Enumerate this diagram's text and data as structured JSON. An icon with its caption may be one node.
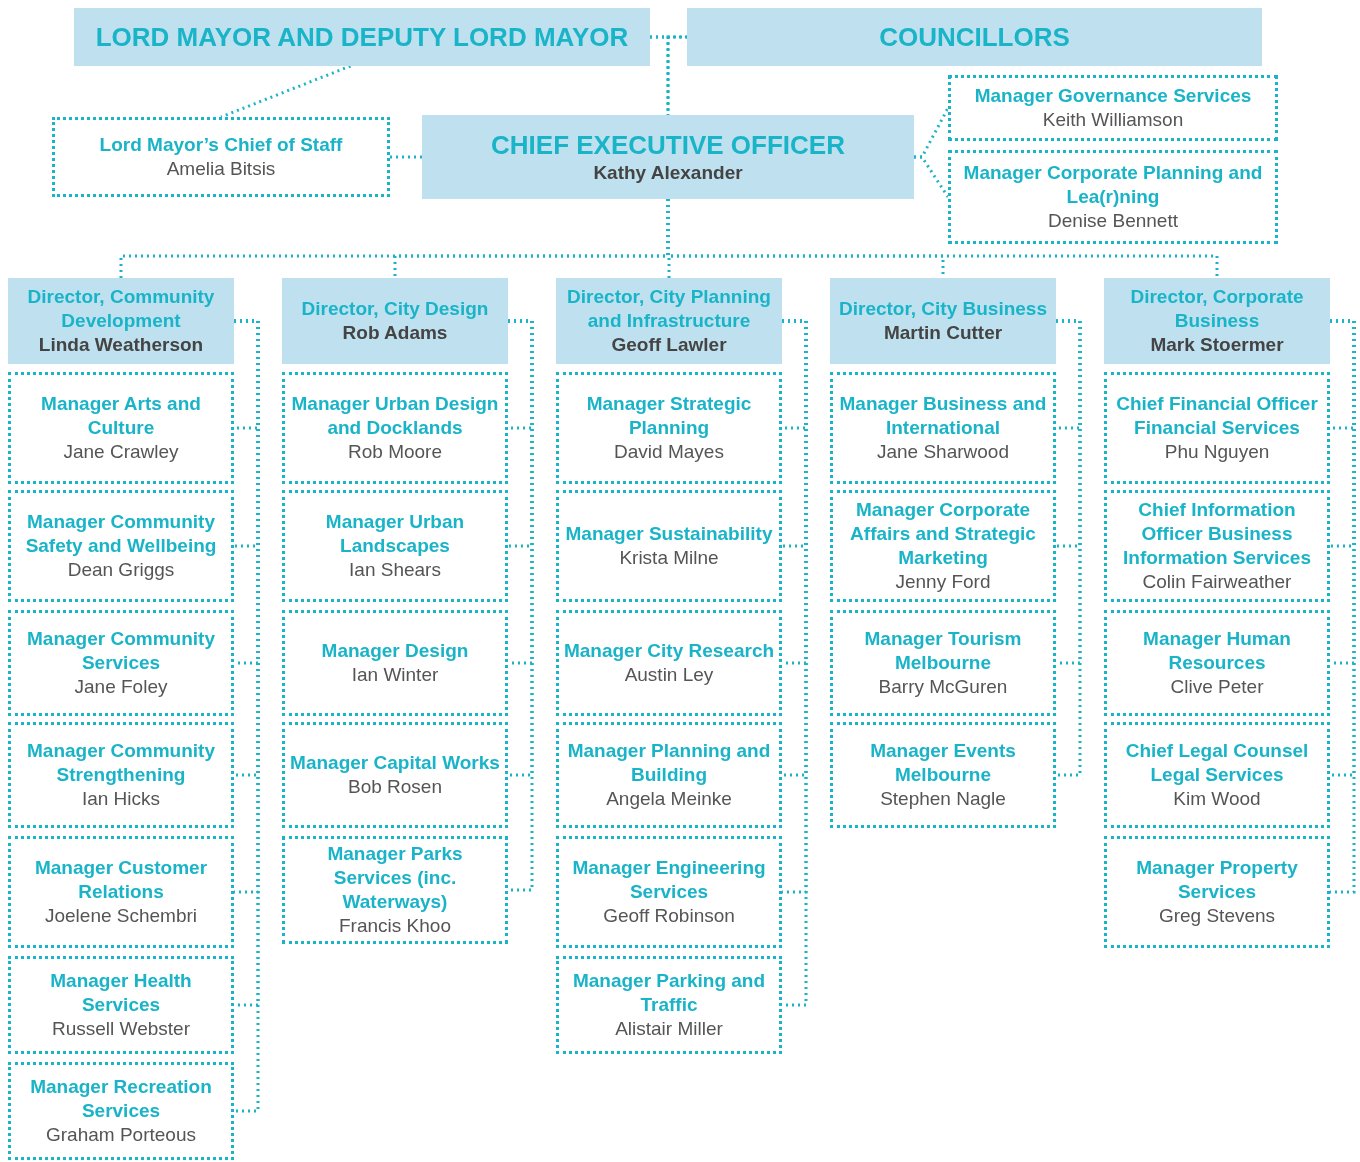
{
  "diagram": {
    "nodes": [
      {
        "text": [
          "LORD MAYOR AND DEPUTY LORD MAYOR"
        ]
      },
      {
        "text": [
          "COUNCILLORS"
        ]
      },
      {
        "text": [
          "Lord Mayor’s Chief of Staff",
          "Amelia Bitsis"
        ]
      },
      {
        "text": [
          "CHIEF EXECUTIVE OFFICER",
          "Kathy Alexander"
        ]
      },
      {
        "text": [
          "Manager Governance Services",
          "Keith Williamson"
        ]
      },
      {
        "text": [
          "Manager Corporate Planning and Lea(r)ning",
          "Denise Bennett"
        ]
      },
      {
        "text": [
          "Director, Community Development",
          "Linda Weatherson"
        ]
      },
      {
        "text": [
          "Director, City Design",
          "Rob Adams"
        ]
      },
      {
        "text": [
          "Director, City Planning and Infrastructure",
          "Geoff Lawler"
        ]
      },
      {
        "text": [
          "Director, City Business",
          "Martin Cutter"
        ]
      },
      {
        "text": [
          "Director, Corporate Business",
          "Mark Stoermer"
        ]
      },
      {
        "text": [
          "Manager Arts and Culture",
          "Jane Crawley"
        ]
      },
      {
        "text": [
          "Manager Community Safety and Wellbeing",
          "Dean Griggs"
        ]
      },
      {
        "text": [
          "Manager Community Services",
          "Jane Foley"
        ]
      },
      {
        "text": [
          "Manager Community Strengthening",
          "Ian Hicks"
        ]
      },
      {
        "text": [
          "Manager Customer Relations",
          "Joelene Schembri"
        ]
      },
      {
        "text": [
          "Manager Health Services",
          "Russell Webster"
        ]
      },
      {
        "text": [
          "Manager Recreation Services",
          "Graham Porteous"
        ]
      },
      {
        "text": [
          "Manager Urban Design and Docklands",
          "Rob Moore"
        ]
      },
      {
        "text": [
          "Manager Urban Landscapes",
          "Ian Shears"
        ]
      },
      {
        "text": [
          "Manager Design",
          "Ian Winter"
        ]
      },
      {
        "text": [
          "Manager Capital Works",
          "Bob Rosen"
        ]
      },
      {
        "text": [
          "Manager Parks Services (inc. Waterways)",
          "Francis Khoo"
        ]
      },
      {
        "text": [
          "Manager Strategic Planning",
          "David Mayes"
        ]
      },
      {
        "text": [
          "Manager Sustainability",
          "Krista Milne"
        ]
      },
      {
        "text": [
          "Manager City Research",
          "Austin Ley"
        ]
      },
      {
        "text": [
          "Manager Planning and Building",
          "Angela Meinke"
        ]
      },
      {
        "text": [
          "Manager Engineering Services",
          "Geoff Robinson"
        ]
      },
      {
        "text": [
          "Manager Parking and Traffic",
          "Alistair Miller"
        ]
      },
      {
        "text": [
          "Manager Business and International",
          "Jane Sharwood"
        ]
      },
      {
        "text": [
          "Manager Corporate Affairs and Strategic Marketing",
          "Jenny Ford"
        ]
      },
      {
        "text": [
          "Manager Tourism Melbourne",
          "Barry McGuren"
        ]
      },
      {
        "text": [
          "Manager Events Melbourne",
          "Stephen Nagle"
        ]
      },
      {
        "text": [
          "Chief Financial Officer Financial Services",
          "Phu Nguyen"
        ]
      },
      {
        "text": [
          "Chief Information Officer Business Information Services",
          "Colin Fairweather"
        ]
      },
      {
        "text": [
          "Manager Human Resources",
          "Clive Peter"
        ]
      },
      {
        "text": [
          "Chief Legal Counsel Legal Services",
          "Kim Wood"
        ]
      },
      {
        "text": [
          "Manager Property Services",
          "Greg Stevens"
        ]
      }
    ],
    "edges": [
      {
        "from": 0,
        "to": 1,
        "arrow": "none"
      },
      {
        "from": 0,
        "to": 3,
        "arrow": "none"
      },
      {
        "from": 1,
        "to": 3,
        "arrow": "none"
      },
      {
        "from": 0,
        "to": 2,
        "arrow": "none"
      },
      {
        "from": 2,
        "to": 3,
        "arrow": "none"
      },
      {
        "from": 3,
        "to": 4,
        "arrow": "none"
      },
      {
        "from": 3,
        "to": 5,
        "arrow": "none"
      },
      {
        "from": 3,
        "to": 6,
        "arrow": "none"
      },
      {
        "from": 3,
        "to": 7,
        "arrow": "none"
      },
      {
        "from": 3,
        "to": 8,
        "arrow": "none"
      },
      {
        "from": 3,
        "to": 9,
        "arrow": "none"
      },
      {
        "from": 3,
        "to": 10,
        "arrow": "none"
      },
      {
        "from": 6,
        "to": 11,
        "arrow": "none"
      },
      {
        "from": 6,
        "to": 12,
        "arrow": "none"
      },
      {
        "from": 6,
        "to": 13,
        "arrow": "none"
      },
      {
        "from": 6,
        "to": 14,
        "arrow": "none"
      },
      {
        "from": 6,
        "to": 15,
        "arrow": "none"
      },
      {
        "from": 6,
        "to": 16,
        "arrow": "none"
      },
      {
        "from": 6,
        "to": 17,
        "arrow": "none"
      },
      {
        "from": 7,
        "to": 18,
        "arrow": "none"
      },
      {
        "from": 7,
        "to": 19,
        "arrow": "none"
      },
      {
        "from": 7,
        "to": 20,
        "arrow": "none"
      },
      {
        "from": 7,
        "to": 21,
        "arrow": "none"
      },
      {
        "from": 7,
        "to": 22,
        "arrow": "none"
      },
      {
        "from": 8,
        "to": 23,
        "arrow": "none"
      },
      {
        "from": 8,
        "to": 24,
        "arrow": "none"
      },
      {
        "from": 8,
        "to": 25,
        "arrow": "none"
      },
      {
        "from": 8,
        "to": 26,
        "arrow": "none"
      },
      {
        "from": 8,
        "to": 27,
        "arrow": "none"
      },
      {
        "from": 8,
        "to": 28,
        "arrow": "none"
      },
      {
        "from": 9,
        "to": 29,
        "arrow": "none"
      },
      {
        "from": 9,
        "to": 30,
        "arrow": "none"
      },
      {
        "from": 9,
        "to": 31,
        "arrow": "none"
      },
      {
        "from": 9,
        "to": 32,
        "arrow": "none"
      },
      {
        "from": 10,
        "to": 33,
        "arrow": "none"
      },
      {
        "from": 10,
        "to": 34,
        "arrow": "none"
      },
      {
        "from": 10,
        "to": 35,
        "arrow": "none"
      },
      {
        "from": 10,
        "to": 36,
        "arrow": "none"
      },
      {
        "from": 10,
        "to": 37,
        "arrow": "none"
      }
    ]
  }
}
